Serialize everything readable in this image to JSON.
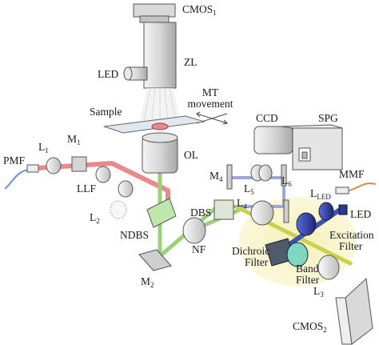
{
  "labels": {
    "cmos1": "CMOS",
    "cmos1_sub": "1",
    "zl": "ZL",
    "led_top": "LED",
    "mt_movement": [
      "MT",
      "movement"
    ],
    "sample": "Sample",
    "ccd": "CCD",
    "spg": "SPG",
    "pmf": "PMF",
    "l1": "L",
    "l1_sub": "1",
    "m1": "M",
    "m1_sub": "1",
    "ol": "OL",
    "llf": "LLF",
    "l2": "L",
    "l2_sub": "2",
    "m4": "M",
    "m4_sub": "4",
    "l5": "L",
    "l5_sub": "5",
    "l6": "L",
    "l6_sub": "6",
    "mmf": "MMF",
    "dbs": "DBS",
    "l4": "L",
    "l4_sub": "4",
    "lled": "L",
    "lled_sub": "LED",
    "led_right": "LED",
    "ndbs": "NDBS",
    "nf": "NF",
    "excitation_filter": [
      "Excitation",
      "Filter"
    ],
    "dichroic_filter": [
      "Dichroic",
      "Filter"
    ],
    "m2": "M",
    "m2_sub": "2",
    "band_filter": [
      "Band",
      "Filter"
    ],
    "l3": "L",
    "l3_sub": "3",
    "cmos2": "CMOS",
    "cmos2_sub": "2"
  },
  "colors": {
    "laser_red": "#e98a8a",
    "green_beam": "#9ccf7a",
    "blue_beam": "#9aa7d8",
    "yellow_beam": "#c9d24a",
    "led_blue": "#2a3a9c",
    "highlight": "#f6f0b8",
    "gray_light": "#e6e6e6",
    "gray_mid": "#b8b8b8",
    "gray_dark": "#7a7a7a",
    "teal_filter": "#7fd6c2"
  }
}
